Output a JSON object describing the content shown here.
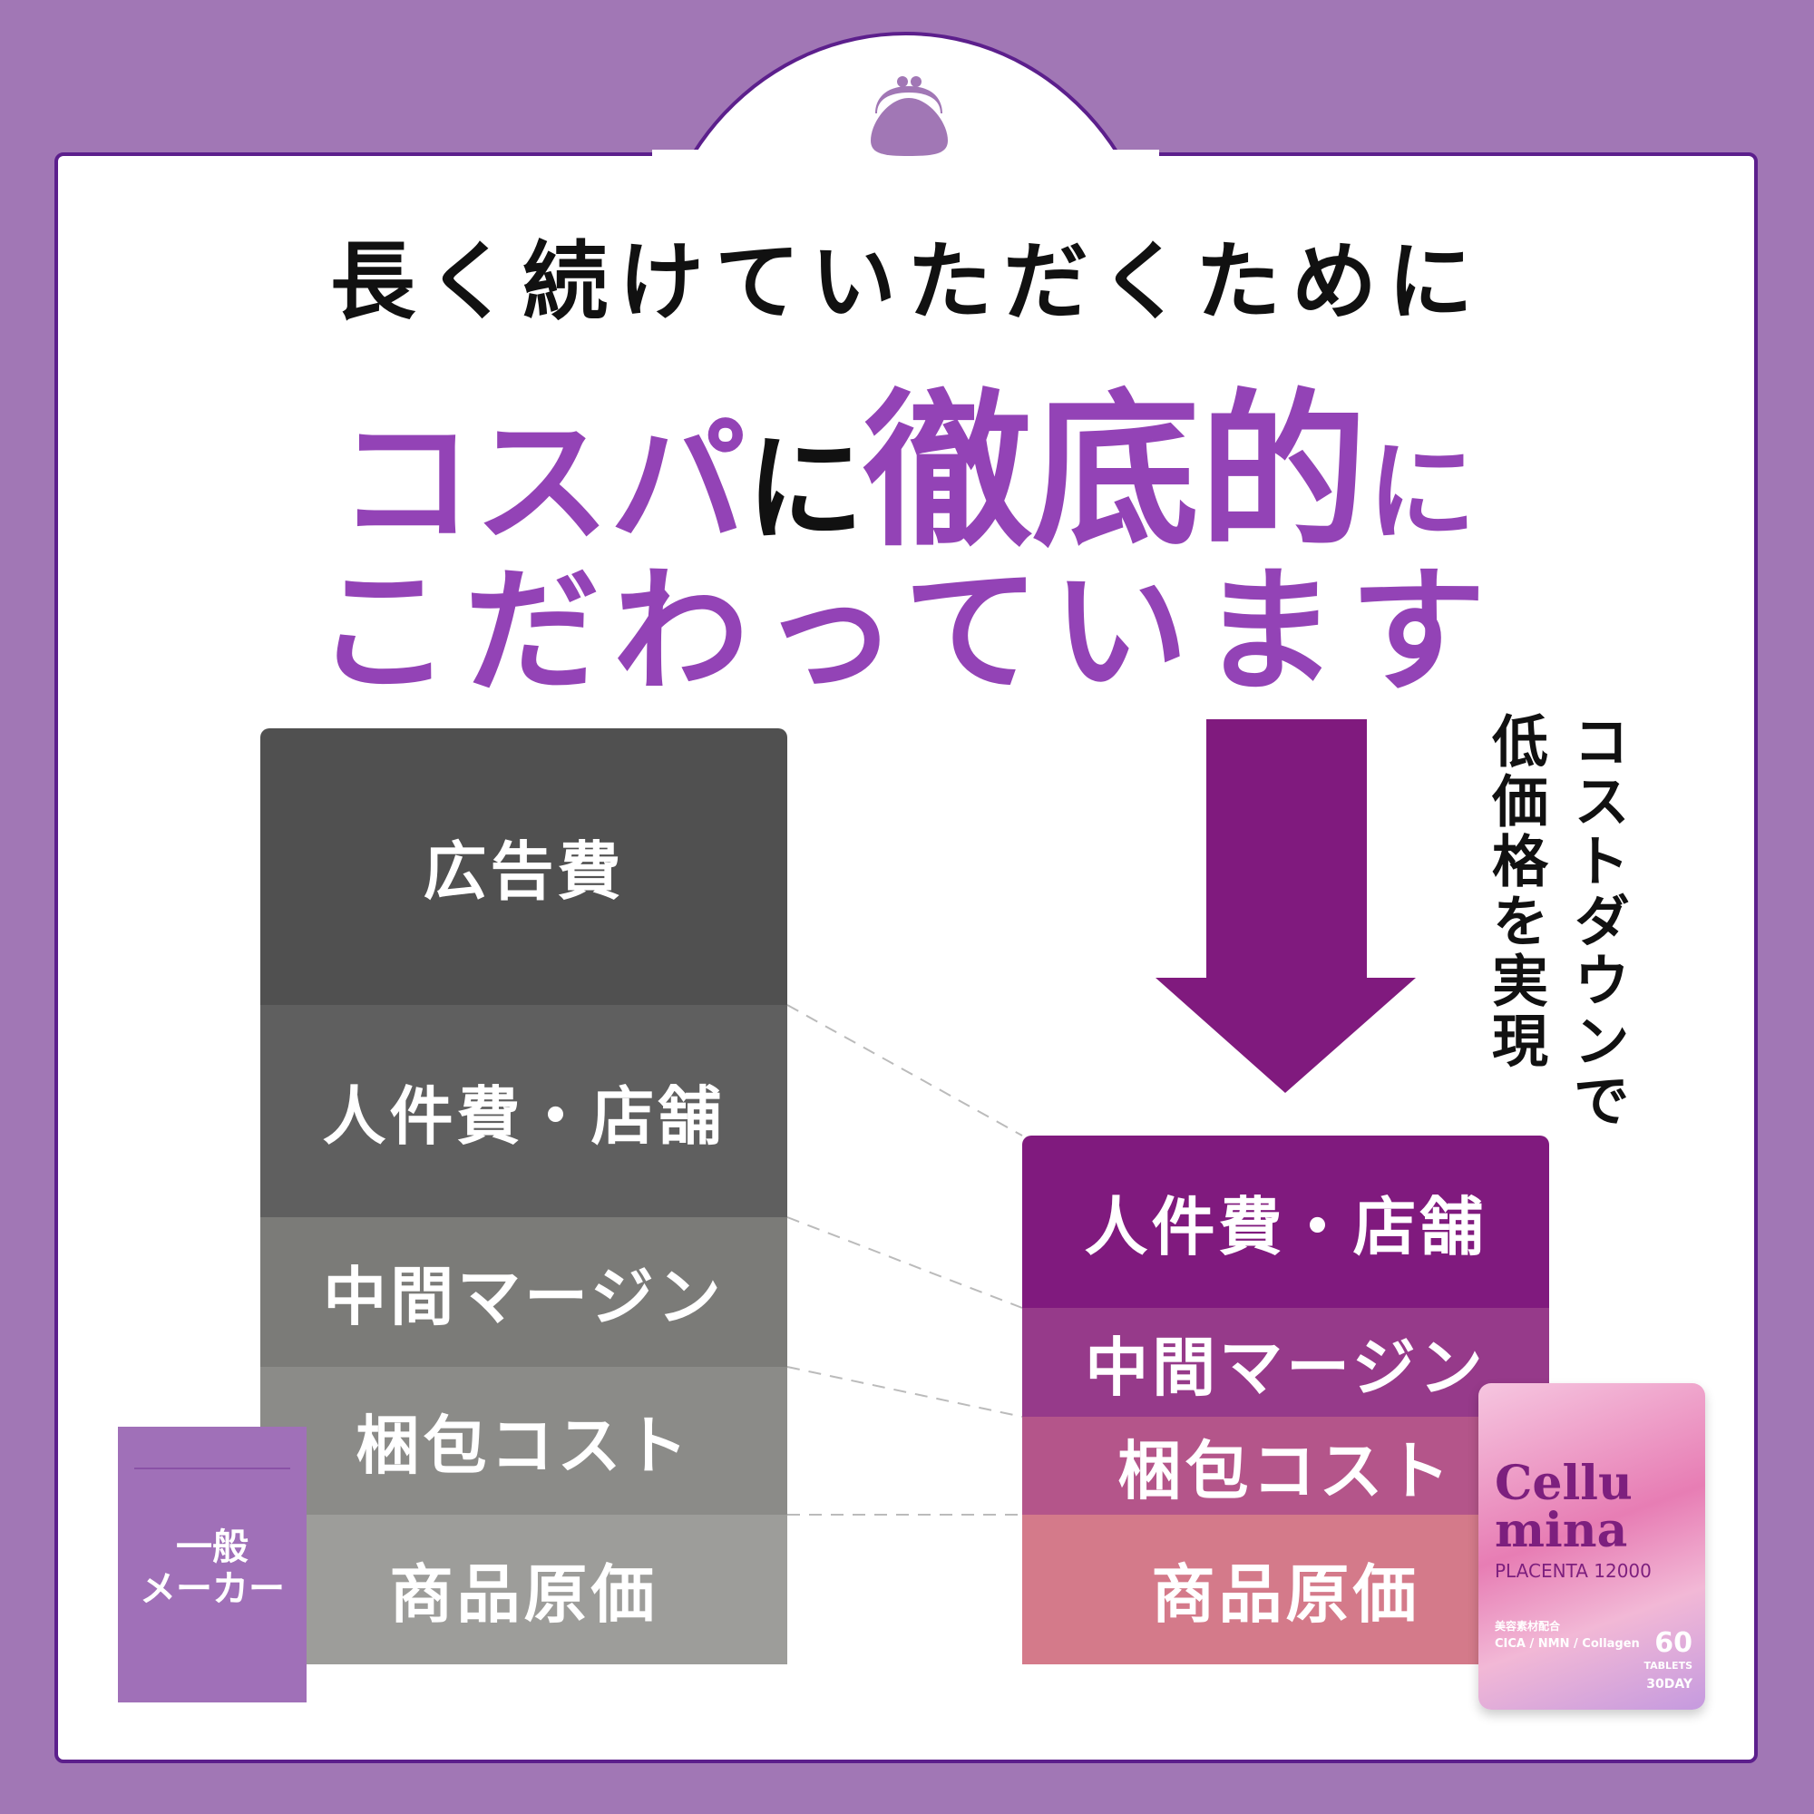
{
  "heading": {
    "line1": "長く続けていただくために",
    "line2": [
      "コスパ",
      "に",
      "徹底的",
      "に"
    ],
    "line3": "こだわっています"
  },
  "icon": "coin-purse-icon",
  "general_maker": {
    "label_line1": "一般",
    "label_line2": "メーカー",
    "segments": [
      "広告費",
      "人件費・店舗",
      "中間マージン",
      "梱包コスト",
      "商品原価"
    ],
    "colors": [
      "#505050",
      "#5f5f5f",
      "#7b7b78",
      "#8b8b88",
      "#9d9d9a"
    ]
  },
  "cellumina": {
    "segments": [
      "人件費・店舗",
      "中間マージン",
      "梱包コスト",
      "商品原価"
    ],
    "colors": [
      "#801a7e",
      "#963a8a",
      "#b4558a",
      "#d47a8a"
    ]
  },
  "callout": {
    "col1": "コストダウンで",
    "col2": "低価格を実現"
  },
  "product": {
    "brand1": "Cellu",
    "brand2": "mina",
    "line": "PLACENTA 12000",
    "tag": "美容素材配合",
    "ingredients": "CICA / NMN / Collagen",
    "count": "60",
    "unit": "TABLETS",
    "days": "30DAY"
  },
  "colors": {
    "background": "#a177b5",
    "accent": "#9343b6",
    "arrow": "#801a7e"
  }
}
